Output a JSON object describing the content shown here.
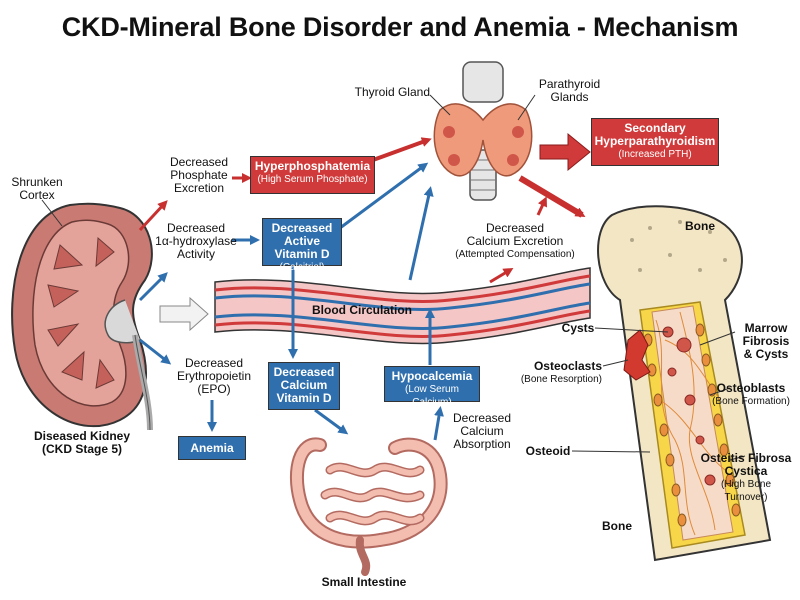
{
  "title": "CKD-Mineral Bone Disorder and Anemia - Mechanism",
  "kidney": {
    "shrunken_cortex": [
      "Shrunken",
      "Cortex"
    ],
    "name": [
      "Diseased Kidney",
      "(CKD Stage 5)"
    ]
  },
  "labels": {
    "decreased_phosphate": [
      "Decreased",
      "Phosphate",
      "Excretion"
    ],
    "decreased_hydroxylase": [
      "Decreased",
      "1α-hydroxylase",
      "Activity"
    ],
    "decreased_epo": [
      "Decreased",
      "Erythropoietin",
      "(EPO)"
    ],
    "thyroid_gland": "Thyroid Gland",
    "parathyroid_glands": [
      "Parathyroid",
      "Glands"
    ],
    "decreased_calcium_excretion": "Decreased",
    "calcium_excretion": "Calcium Excretion",
    "attempted_compensation": "(Attempted Compensation)",
    "blood_circulation": "Blood Circulation",
    "decreased_calcium_absorption": [
      "Decreased",
      "Calcium",
      "Absorption"
    ],
    "small_intestine": "Small Intestine"
  },
  "boxes": {
    "hyperphosphatemia": {
      "title": "Hyperphosphatemia",
      "sub": "(High Serum Phosphate)",
      "color": "#d03a3a"
    },
    "secondary_hpt": {
      "title": "Secondary",
      "title2": "Hyperparathyroidism",
      "sub": "(Increased PTH)",
      "color": "#d03a3a"
    },
    "active_vitd": {
      "title": "Decreased",
      "title2": "Active Vitamin D",
      "sub": "(Calcitriol)",
      "color": "#2f6fae"
    },
    "calcium_vitd": {
      "lines": [
        "Decreased",
        "Calcium",
        "Vitamin D"
      ],
      "color": "#2f6fae"
    },
    "hypocalcemia": {
      "title": "Hypocalcemia",
      "sub": "(Low Serum Calcium)",
      "color": "#2f6fae"
    },
    "anemia": {
      "title": "Anemia",
      "color": "#2f6fae"
    }
  },
  "bone": {
    "bone_top": "Bone",
    "bone_bottom": "Bone",
    "cysts": "Cysts",
    "marrow": [
      "Marrow",
      "Fibrosis",
      "& Cysts"
    ],
    "osteoclasts": "Osteoclasts",
    "osteoclasts_sub": "(Bone Resorption)",
    "osteoblasts": "Osteoblasts",
    "osteoblasts_sub": "(Bone Formation)",
    "osteoid": "Osteoid",
    "osteitis": [
      "Osteitis Fibrosa",
      "Cystica"
    ],
    "osteitis_sub": [
      "(High Bone",
      "Turnover)"
    ]
  },
  "colors": {
    "red": "#d03a3a",
    "blue": "#2f6fae",
    "bone": "#f3e6c4",
    "marrow": "#f6dcc8"
  }
}
